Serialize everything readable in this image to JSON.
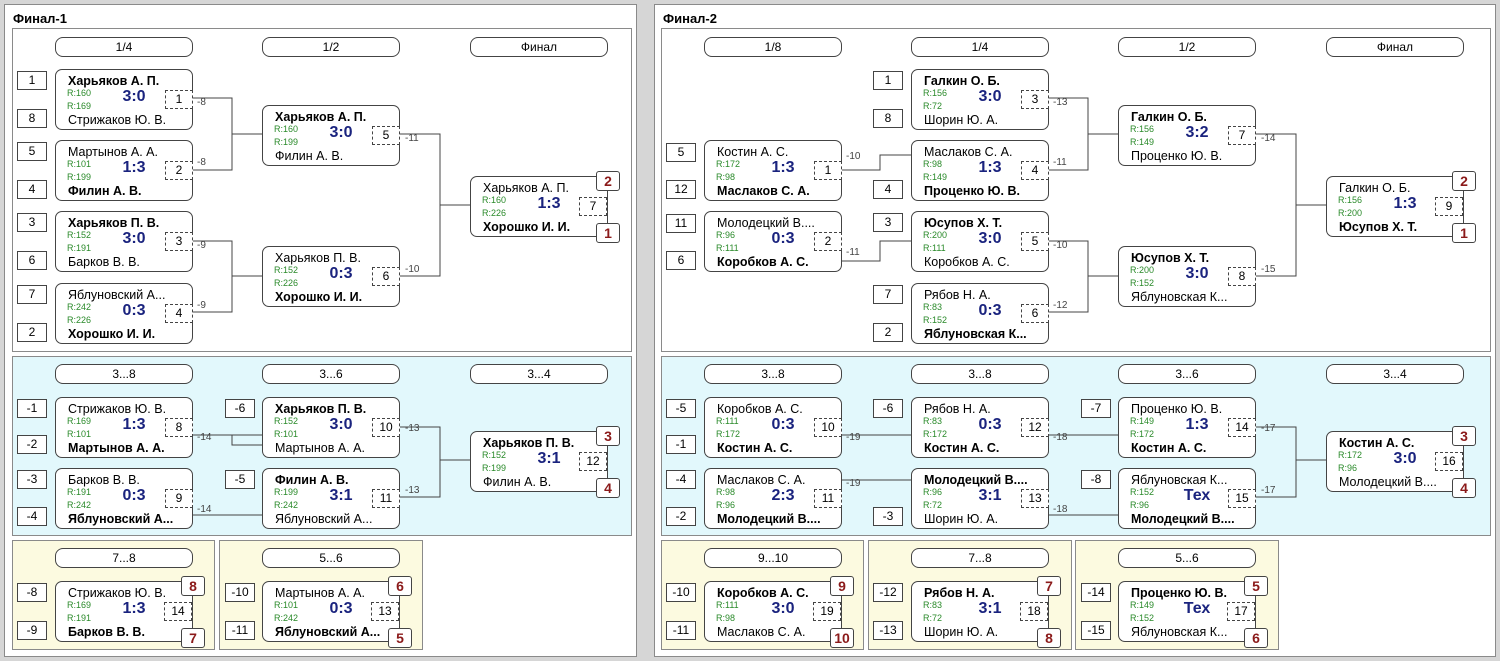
{
  "finals": [
    {
      "title": "Финал-1",
      "sections": [
        {
          "rounds": [
            "1/4",
            "1/2",
            "Финал"
          ]
        },
        {
          "rounds": [
            "3...8",
            "3...6",
            "3...4"
          ]
        },
        {
          "rounds": [
            "7...8"
          ]
        },
        {
          "rounds": [
            "5...6"
          ]
        }
      ],
      "seeds": [
        "1",
        "8",
        "5",
        "4",
        "3",
        "6",
        "7",
        "2",
        "-1",
        "-2",
        "-3",
        "-4",
        "-6",
        "-5",
        "-8",
        "-9",
        "-10",
        "-11"
      ],
      "matches": [
        {
          "p1": "Харьяков А. П.",
          "p2": "Стрижаков Ю. В.",
          "r1": "R:160",
          "r2": "R:169",
          "score": "3:0",
          "num": "1",
          "win": 1
        },
        {
          "p1": "Мартынов А. А.",
          "p2": "Филин А. В.",
          "r1": "R:101",
          "r2": "R:199",
          "score": "1:3",
          "num": "2",
          "win": 2
        },
        {
          "p1": "Харьяков П. В.",
          "p2": "Барков В. В.",
          "r1": "R:152",
          "r2": "R:191",
          "score": "3:0",
          "num": "3",
          "win": 1
        },
        {
          "p1": "Яблуновский А...",
          "p2": "Хорошко И. И.",
          "r1": "R:242",
          "r2": "R:226",
          "score": "0:3",
          "num": "4",
          "win": 2
        },
        {
          "p1": "Харьяков А. П.",
          "p2": "Филин А. В.",
          "r1": "R:160",
          "r2": "R:199",
          "score": "3:0",
          "num": "5",
          "win": 1
        },
        {
          "p1": "Харьяков П. В.",
          "p2": "Хорошко И. И.",
          "r1": "R:152",
          "r2": "R:226",
          "score": "0:3",
          "num": "6",
          "win": 2
        },
        {
          "p1": "Харьяков А. П.",
          "p2": "Хорошко И. И.",
          "r1": "R:160",
          "r2": "R:226",
          "score": "1:3",
          "num": "7",
          "win": 2,
          "pl1": "2",
          "pl2": "1"
        },
        {
          "p1": "Стрижаков Ю. В.",
          "p2": "Мартынов А. А.",
          "r1": "R:169",
          "r2": "R:101",
          "score": "1:3",
          "num": "8",
          "win": 2
        },
        {
          "p1": "Барков В. В.",
          "p2": "Яблуновский А...",
          "r1": "R:191",
          "r2": "R:242",
          "score": "0:3",
          "num": "9",
          "win": 2
        },
        {
          "p1": "Харьяков П. В.",
          "p2": "Мартынов А. А.",
          "r1": "R:152",
          "r2": "R:101",
          "score": "3:0",
          "num": "10",
          "win": 1
        },
        {
          "p1": "Филин А. В.",
          "p2": "Яблуновский А...",
          "r1": "R:199",
          "r2": "R:242",
          "score": "3:1",
          "num": "11",
          "win": 1
        },
        {
          "p1": "Харьяков П. В.",
          "p2": "Филин А. В.",
          "r1": "R:152",
          "r2": "R:199",
          "score": "3:1",
          "num": "12",
          "win": 1,
          "pl1": "3",
          "pl2": "4"
        },
        {
          "p1": "Стрижаков Ю. В.",
          "p2": "Барков В. В.",
          "r1": "R:169",
          "r2": "R:191",
          "score": "1:3",
          "num": "14",
          "win": 2,
          "pl1": "8",
          "pl2": "7"
        },
        {
          "p1": "Мартынов А. А.",
          "p2": "Яблуновский А...",
          "r1": "R:101",
          "r2": "R:242",
          "score": "0:3",
          "num": "13",
          "win": 2,
          "pl1": "6",
          "pl2": "5"
        }
      ],
      "links": [
        "-8",
        "-8",
        "-9",
        "-9",
        "-11",
        "-10",
        "-14",
        "-14",
        "-13",
        "-13"
      ]
    },
    {
      "title": "Финал-2",
      "sections": [
        {
          "rounds": [
            "1/8",
            "1/4",
            "1/2",
            "Финал"
          ]
        },
        {
          "rounds": [
            "3...8",
            "3...8",
            "3...6",
            "3...4"
          ]
        },
        {
          "rounds": [
            "9...10"
          ]
        },
        {
          "rounds": [
            "7...8"
          ]
        },
        {
          "rounds": [
            "5...6"
          ]
        }
      ],
      "seeds": [
        "5",
        "12",
        "11",
        "6",
        "1",
        "8",
        "4",
        "3",
        "7",
        "2",
        "-5",
        "-1",
        "-4",
        "-2",
        "-6",
        "-3",
        "-7",
        "-8",
        "-10",
        "-11",
        "-12",
        "-13",
        "-14",
        "-15"
      ],
      "matches": [
        {
          "p1": "Костин А. С.",
          "p2": "Маслаков С. А.",
          "r1": "R:172",
          "r2": "R:98",
          "score": "1:3",
          "num": "1",
          "win": 2
        },
        {
          "p1": "Молодецкий В....",
          "p2": "Коробков А. С.",
          "r1": "R:96",
          "r2": "R:111",
          "score": "0:3",
          "num": "2",
          "win": 2
        },
        {
          "p1": "Галкин О. Б.",
          "p2": "Шорин Ю. А.",
          "r1": "R:156",
          "r2": "R:72",
          "score": "3:0",
          "num": "3",
          "win": 1
        },
        {
          "p1": "Маслаков С. А.",
          "p2": "Проценко Ю. В.",
          "r1": "R:98",
          "r2": "R:149",
          "score": "1:3",
          "num": "4",
          "win": 2
        },
        {
          "p1": "Юсупов Х. Т.",
          "p2": "Коробков А. С.",
          "r1": "R:200",
          "r2": "R:111",
          "score": "3:0",
          "num": "5",
          "win": 1
        },
        {
          "p1": "Рябов Н. А.",
          "p2": "Яблуновская К...",
          "r1": "R:83",
          "r2": "R:152",
          "score": "0:3",
          "num": "6",
          "win": 2
        },
        {
          "p1": "Галкин О. Б.",
          "p2": "Проценко Ю. В.",
          "r1": "R:156",
          "r2": "R:149",
          "score": "3:2",
          "num": "7",
          "win": 1
        },
        {
          "p1": "Юсупов Х. Т.",
          "p2": "Яблуновская К...",
          "r1": "R:200",
          "r2": "R:152",
          "score": "3:0",
          "num": "8",
          "win": 1
        },
        {
          "p1": "Галкин О. Б.",
          "p2": "Юсупов Х. Т.",
          "r1": "R:156",
          "r2": "R:200",
          "score": "1:3",
          "num": "9",
          "win": 2,
          "pl1": "2",
          "pl2": "1"
        },
        {
          "p1": "Коробков А. С.",
          "p2": "Костин А. С.",
          "r1": "R:111",
          "r2": "R:172",
          "score": "0:3",
          "num": "10",
          "win": 2
        },
        {
          "p1": "Маслаков С. А.",
          "p2": "Молодецкий В....",
          "r1": "R:98",
          "r2": "R:96",
          "score": "2:3",
          "num": "11",
          "win": 2
        },
        {
          "p1": "Рябов Н. А.",
          "p2": "Костин А. С.",
          "r1": "R:83",
          "r2": "R:172",
          "score": "0:3",
          "num": "12",
          "win": 2
        },
        {
          "p1": "Молодецкий В....",
          "p2": "Шорин Ю. А.",
          "r1": "R:96",
          "r2": "R:72",
          "score": "3:1",
          "num": "13",
          "win": 1
        },
        {
          "p1": "Проценко Ю. В.",
          "p2": "Костин А. С.",
          "r1": "R:149",
          "r2": "R:172",
          "score": "1:3",
          "num": "14",
          "win": 2
        },
        {
          "p1": "Яблуновская К...",
          "p2": "Молодецкий В....",
          "r1": "R:152",
          "r2": "R:96",
          "score": "Тех",
          "num": "15",
          "win": 2
        },
        {
          "p1": "Костин А. С.",
          "p2": "Молодецкий В....",
          "r1": "R:172",
          "r2": "R:96",
          "score": "3:0",
          "num": "16",
          "win": 1,
          "pl1": "3",
          "pl2": "4"
        },
        {
          "p1": "Коробков А. С.",
          "p2": "Маслаков С. А.",
          "r1": "R:111",
          "r2": "R:98",
          "score": "3:0",
          "num": "19",
          "win": 1,
          "pl1": "9",
          "pl2": "10"
        },
        {
          "p1": "Рябов Н. А.",
          "p2": "Шорин Ю. А.",
          "r1": "R:83",
          "r2": "R:72",
          "score": "3:1",
          "num": "18",
          "win": 1,
          "pl1": "7",
          "pl2": "8"
        },
        {
          "p1": "Проценко Ю. В.",
          "p2": "Яблуновская К...",
          "r1": "R:149",
          "r2": "R:152",
          "score": "Тех",
          "num": "17",
          "win": 1,
          "pl1": "5",
          "pl2": "6"
        }
      ],
      "links": [
        "-10",
        "-11",
        "-13",
        "-11",
        "-10",
        "-12",
        "-14",
        "-15",
        "-19",
        "-19",
        "-18",
        "-18",
        "-17",
        "-17"
      ]
    }
  ]
}
